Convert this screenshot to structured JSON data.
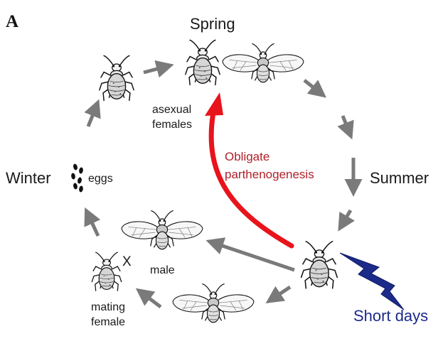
{
  "panel_label": "A",
  "seasons": {
    "spring": "Spring",
    "summer": "Summer",
    "winter": "Winter"
  },
  "labels": {
    "asexual_line1": "asexual",
    "asexual_line2": "females",
    "eggs": "eggs",
    "cross": "X",
    "male": "male",
    "mating_line1": "mating",
    "mating_line2": "female",
    "obligate_line1": "Obligate",
    "obligate_line2": "parthenogenesis",
    "short_days": "Short days"
  },
  "colors": {
    "cycle_arrow": "#7a7a7a",
    "parthenogenesis_arrow": "#e8141b",
    "parthenogenesis_text": "#b0202a",
    "short_days": "#1c2a8a",
    "text": "#1a1a1a"
  },
  "icons": [
    "wingless-aphid-icon",
    "winged-aphid-icon",
    "egg-icon",
    "lightning-bolt-icon"
  ]
}
